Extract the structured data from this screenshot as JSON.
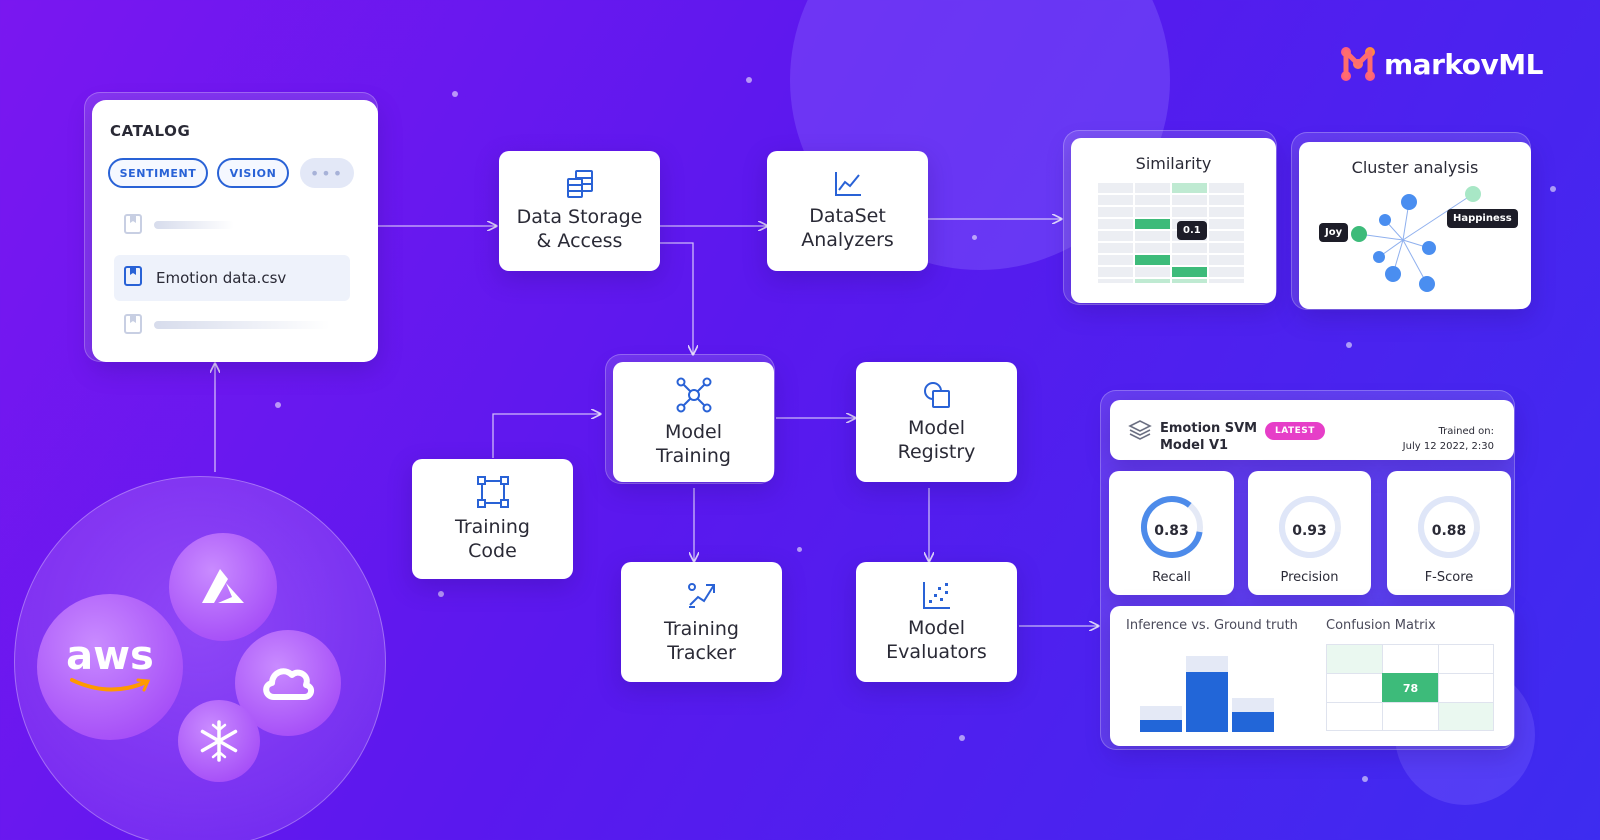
{
  "brand": {
    "name": "markovML"
  },
  "catalog": {
    "title": "CATALOG",
    "chips": [
      "SENTIMENT",
      "VISION"
    ],
    "more_chip": "•••",
    "selected_file": "Emotion data.csv"
  },
  "nodes": {
    "data_storage": "Data Storage\n& Access",
    "dataset_analyzers": "DataSet\nAnalyzers",
    "model_training": "Model\nTraining",
    "model_registry": "Model\nRegistry",
    "training_code": "Training\nCode",
    "training_tracker": "Training\nTracker",
    "model_evaluators": "Model\nEvaluators"
  },
  "similarity": {
    "title": "Similarity",
    "tooltip": "0.1"
  },
  "cluster": {
    "title": "Cluster analysis",
    "labels": [
      "Joy",
      "Happiness"
    ]
  },
  "model_card": {
    "name": "Emotion SVM\nModel V1",
    "badge": "LATEST",
    "trained_label": "Trained on:",
    "trained_date": "July 12 2022, 2:30",
    "metrics": [
      {
        "label": "Recall",
        "value": "0.83",
        "fraction": 0.83
      },
      {
        "label": "Precision",
        "value": "0.93",
        "fraction": 0.93
      },
      {
        "label": "F-Score",
        "value": "0.88",
        "fraction": 0.88
      }
    ],
    "inference_title": "Inference vs. Ground truth",
    "confusion_title": "Confusion Matrix",
    "confusion_value": "78"
  },
  "clouds": {
    "aws_label": "aws"
  },
  "colors": {
    "accent_blue": "#2962d6",
    "green": "#3dbb7a",
    "light_green": "#bfead2",
    "badge_pink": "#e63ec8"
  }
}
